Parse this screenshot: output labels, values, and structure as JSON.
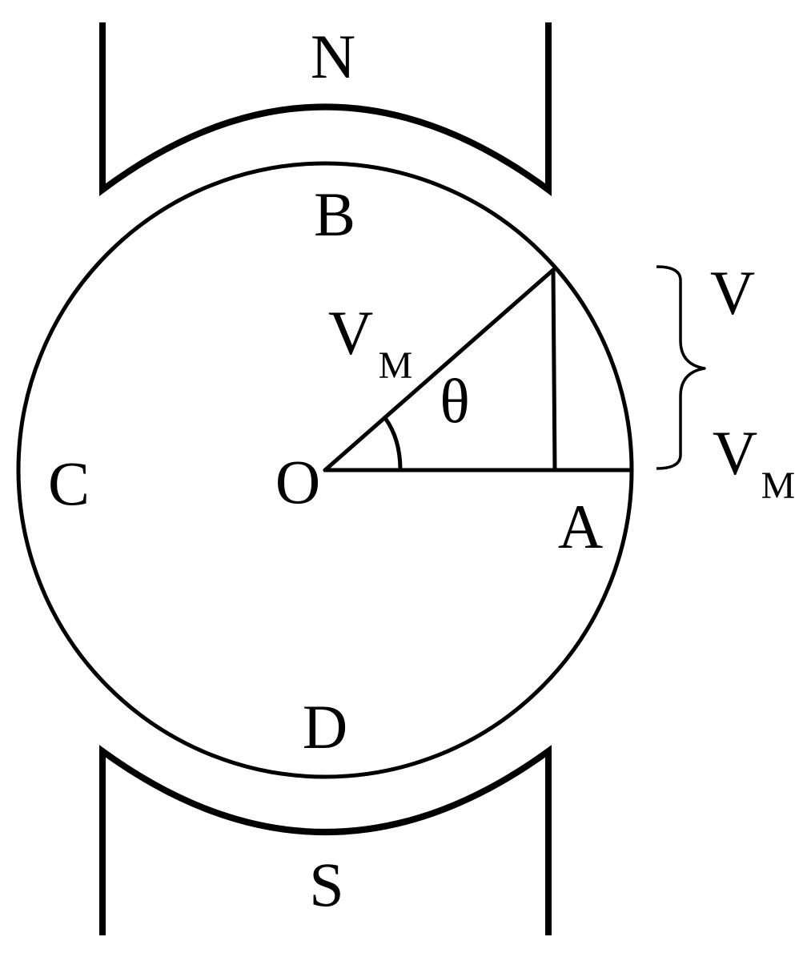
{
  "diagram": {
    "labels": {
      "north_pole": "N",
      "south_pole": "S",
      "point_b": "B",
      "point_c": "C",
      "point_d": "D",
      "point_a": "A",
      "origin": "O",
      "radius_v": "V",
      "radius_sub": "M",
      "angle": "θ",
      "brace_top_v": "V",
      "brace_bottom_v": "V",
      "brace_bottom_sub": "M"
    },
    "colors": {
      "stroke": "#000000",
      "background": "#ffffff"
    }
  }
}
